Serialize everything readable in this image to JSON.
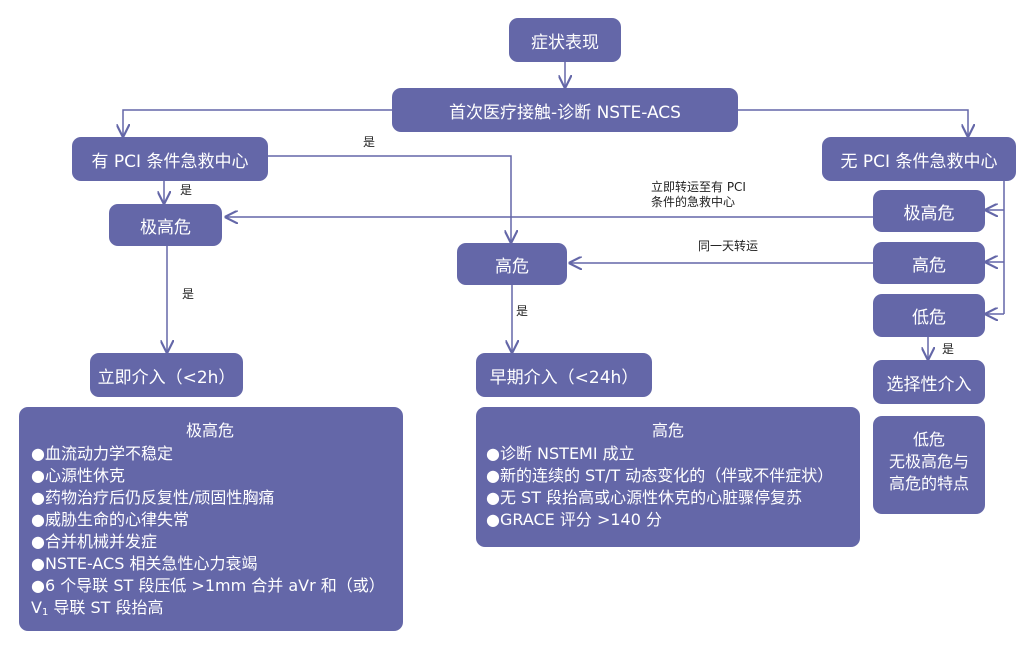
{
  "nodes": {
    "symptoms": "症状表现",
    "first_contact": "首次医疗接触-诊断 NSTE-ACS",
    "pci_center": "有 PCI 条件急救中心",
    "no_pci_center": "无 PCI 条件急救中心",
    "left_very_high": "极高危",
    "mid_high": "高危",
    "right_very_high": "极高危",
    "right_high": "高危",
    "right_low": "低危",
    "immediate": "立即介入（<2h）",
    "early": "早期介入（<24h）",
    "selective": "选择性介入"
  },
  "labels": {
    "yes_top": "是",
    "yes_pci": "是",
    "yes_very_high": "是",
    "yes_high": "是",
    "yes_low": "是",
    "transfer_line1": "立即转运至有 PCI",
    "transfer_line2": "条件的急救中心",
    "same_day": "同一天转运"
  },
  "panels": {
    "very_high": {
      "title": "极高危",
      "items": [
        "●血流动力学不稳定",
        "●心源性休克",
        "●药物治疗后仍反复性/顽固性胸痛",
        "●威胁生命的心律失常",
        "●合并机械并发症",
        "●NSTE-ACS 相关急性心力衰竭",
        "●6 个导联 ST 段压低 >1mm 合并 aVr 和（或）"
      ],
      "last_prefix": "V",
      "last_sub": "1",
      "last_suffix": " 导联 ST 段抬高"
    },
    "high": {
      "title": "高危",
      "items": [
        "●诊断 NSTEMI 成立",
        "●新的连续的 ST/T 动态变化的（伴或不伴症状）",
        "●无 ST 段抬高或心源性休克的心脏骤停复苏",
        "●GRACE 评分 >140 分"
      ]
    },
    "low": {
      "lines": [
        "低危",
        "无极高危与",
        "高危的特点"
      ]
    }
  },
  "colors": {
    "box_fill": "#6467a8",
    "box_text": "#ffffff",
    "connector": "#6467a8"
  }
}
